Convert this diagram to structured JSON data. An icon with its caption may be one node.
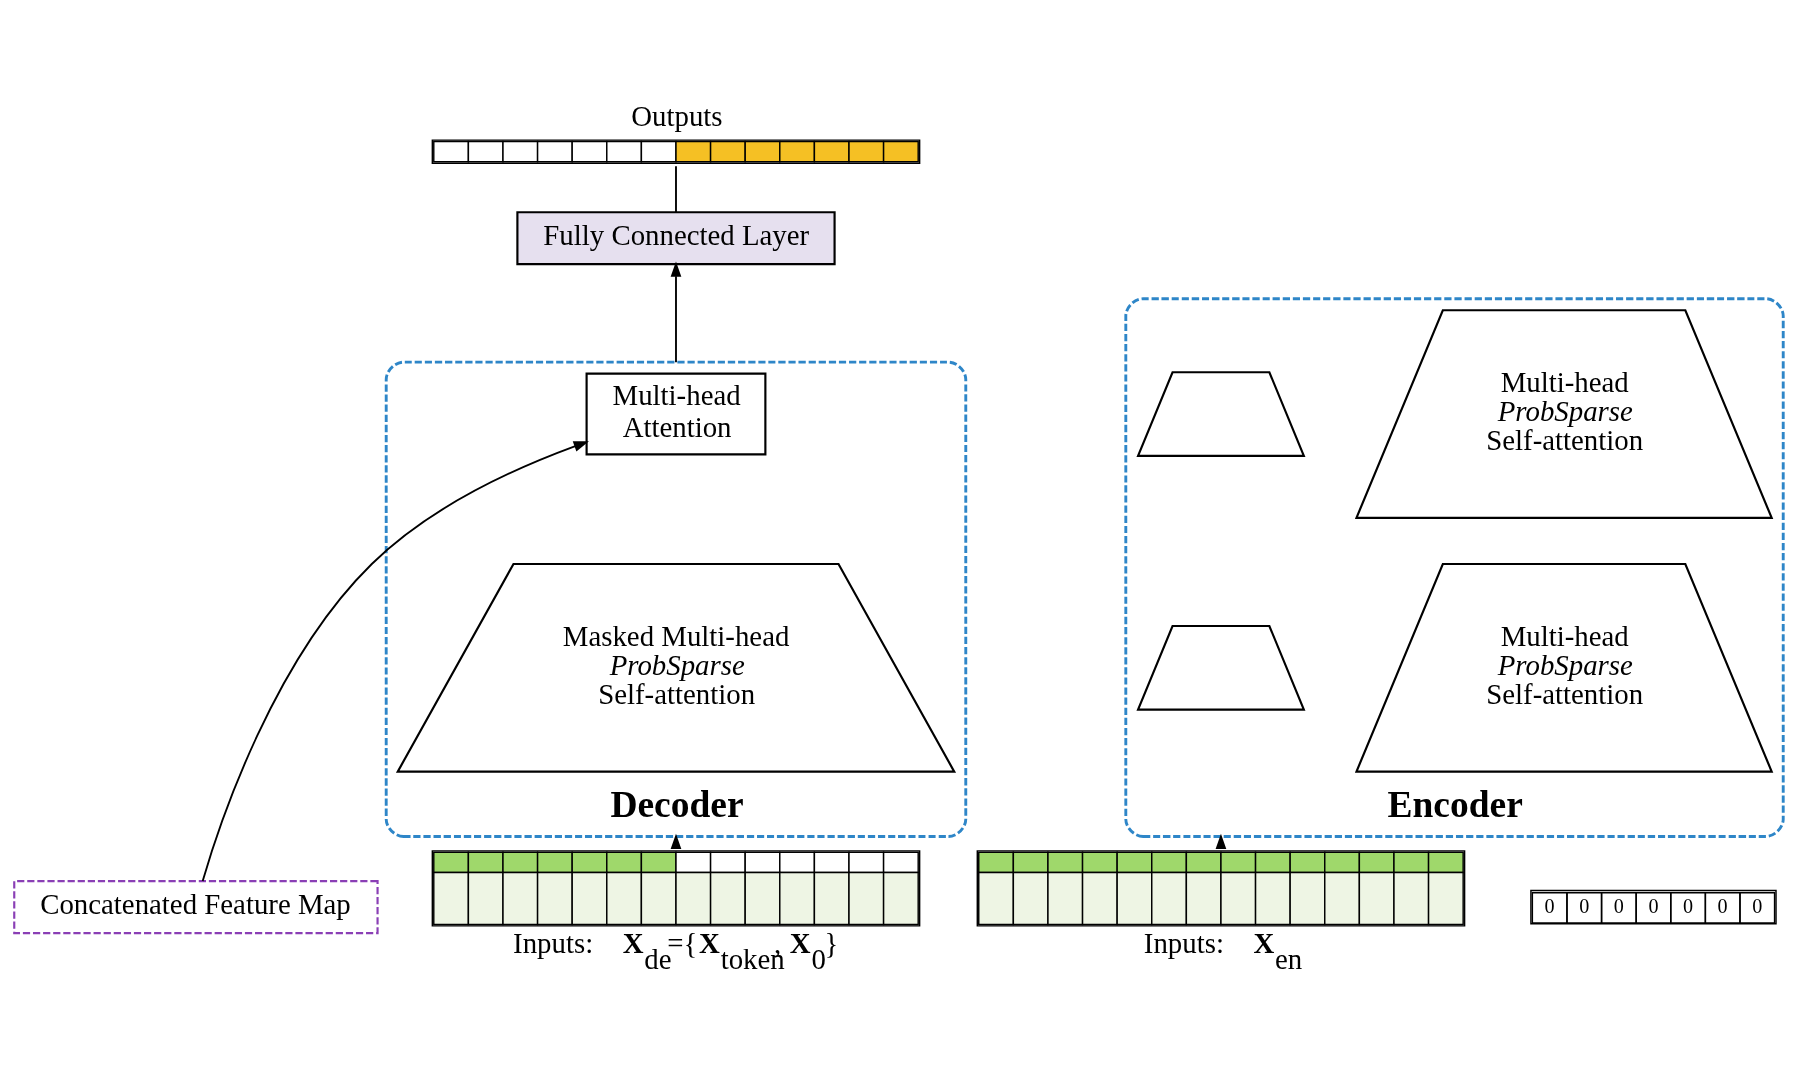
{
  "diagram": {
    "nodes": [
      {
        "text": [
          "Concatenated Feature Map"
        ]
      },
      {
        "text": [
          "Encoder"
        ]
      },
      {
        "text": [
          "Multi-head *ProbSparse* Self-attention"
        ],
        "in": 1
      },
      {
        "text": [
          "Multi-head *ProbSparse* Self-attention"
        ],
        "in": 1
      },
      {
        "text": [],
        "shape": "trapezoid",
        "in": 1
      },
      {
        "text": [],
        "shape": "trapezoid",
        "in": 1
      },
      {
        "text": [],
        "shape": "bar",
        "beside": [
          "Inputs:    **X**$_{en}$"
        ]
      },
      {
        "text": [],
        "shape": "bar",
        "beside": [
          "Outputs"
        ]
      },
      {
        "text": [
          "Fully Connected Layer"
        ]
      },
      {
        "text": [
          "Decoder"
        ]
      },
      {
        "text": [
          "Multi-head Attention"
        ],
        "in": 9
      },
      {
        "text": [
          "Masked Multi-head *ProbSparse* Self-attention"
        ],
        "in": 9
      },
      {
        "text": [],
        "shape": "bar",
        "beside": [
          "Inputs:    **X**$_{de}$={**X**$_{token}$, **X**$_{0}$}"
        ]
      }
    ],
    "edges": [
      {
        "from": 6,
        "to": 1,
        "arrow": "to"
      },
      {
        "from": 0,
        "to": 10,
        "arrow": "to"
      },
      {
        "from": 12,
        "to": 9,
        "arrow": "to"
      },
      {
        "from": 9,
        "to": 8,
        "arrow": "to"
      },
      {
        "from": 8,
        "to": 7,
        "arrow": "none"
      }
    ],
    "labels": [
      "0",
      "0",
      "0",
      "0",
      "0",
      "0",
      "0"
    ]
  }
}
